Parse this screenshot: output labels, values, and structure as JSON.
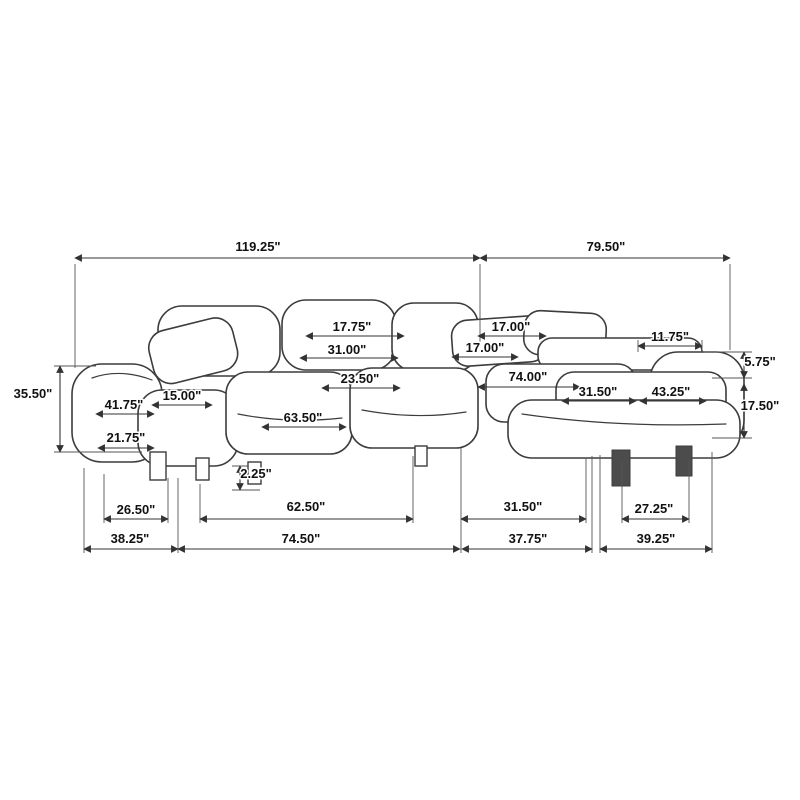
{
  "figure": {
    "type": "dimension-diagram",
    "subject": "Sectional sofa with chaise - dimension drawing",
    "units": "inches",
    "line_color": "#333333",
    "background": "#ffffff"
  },
  "dims": [
    {
      "id": "overall-width-left-section",
      "label": "119.25\"",
      "value": 119.25
    },
    {
      "id": "overall-width-right-section",
      "label": "79.50\"",
      "value": 79.5
    },
    {
      "id": "back-cushion-height",
      "label": "17.75\"",
      "value": 17.75
    },
    {
      "id": "back-cushion-width",
      "label": "31.00\"",
      "value": 31.0
    },
    {
      "id": "pillow-width-a",
      "label": "17.00\"",
      "value": 17.0
    },
    {
      "id": "pillow-width-b",
      "label": "17.00\"",
      "value": 17.0
    },
    {
      "id": "right-back-rail",
      "label": "11.75\"",
      "value": 11.75
    },
    {
      "id": "right-arm-top-height",
      "label": "5.75\"",
      "value": 5.75
    },
    {
      "id": "seat-depth-left",
      "label": "23.50\"",
      "value": 23.5
    },
    {
      "id": "right-section-inner-width",
      "label": "74.00\"",
      "value": 74.0
    },
    {
      "id": "right-chaise-seat-width",
      "label": "31.50\"",
      "value": 31.5
    },
    {
      "id": "right-chaise-length",
      "label": "43.25\"",
      "value": 43.25
    },
    {
      "id": "right-side-height",
      "label": "17.50\"",
      "value": 17.5
    },
    {
      "id": "overall-height",
      "label": "35.50\"",
      "value": 35.5
    },
    {
      "id": "left-arm-height",
      "label": "41.75\"",
      "value": 41.75
    },
    {
      "id": "left-arm-width",
      "label": "15.00\"",
      "value": 15.0
    },
    {
      "id": "left-seat-height",
      "label": "21.75\"",
      "value": 21.75
    },
    {
      "id": "seat-span-left",
      "label": "63.50\"",
      "value": 63.5
    },
    {
      "id": "front-edge-detail",
      "label": "2.25\"",
      "value": 2.25
    },
    {
      "id": "left-chaise-inner-width",
      "label": "26.50\"",
      "value": 26.5
    },
    {
      "id": "left-seat-inner-width",
      "label": "62.50\"",
      "value": 62.5
    },
    {
      "id": "right-seat-inner-width",
      "label": "31.50\"",
      "value": 31.5
    },
    {
      "id": "right-chaise-inner-width",
      "label": "27.25\"",
      "value": 27.25
    },
    {
      "id": "left-chaise-outer-width",
      "label": "38.25\"",
      "value": 38.25
    },
    {
      "id": "left-seat-outer-width",
      "label": "74.50\"",
      "value": 74.5
    },
    {
      "id": "right-seat-outer-width",
      "label": "37.75\"",
      "value": 37.75
    },
    {
      "id": "right-chaise-outer-width",
      "label": "39.25\"",
      "value": 39.25
    }
  ]
}
